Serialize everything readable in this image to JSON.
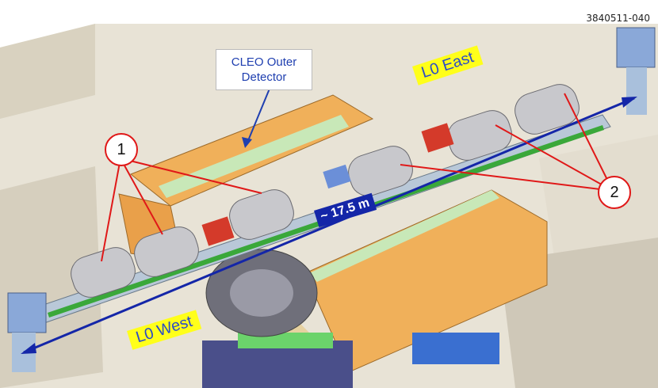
{
  "figure_id": "3840511-040",
  "labels": {
    "cleo_line1": "CLEO Outer",
    "cleo_line2": "Detector",
    "l0_east": "L0 East",
    "l0_west": "L0 West",
    "distance": "~ 17.5 m",
    "callout_1": "1",
    "callout_2": "2"
  },
  "colors": {
    "arrow_blue": "#1426a8",
    "callout_red": "#e01818",
    "label_yellow": "#ffff1a",
    "iron_orange": "#f0b05a",
    "green_plate": "#c8e8b8"
  }
}
